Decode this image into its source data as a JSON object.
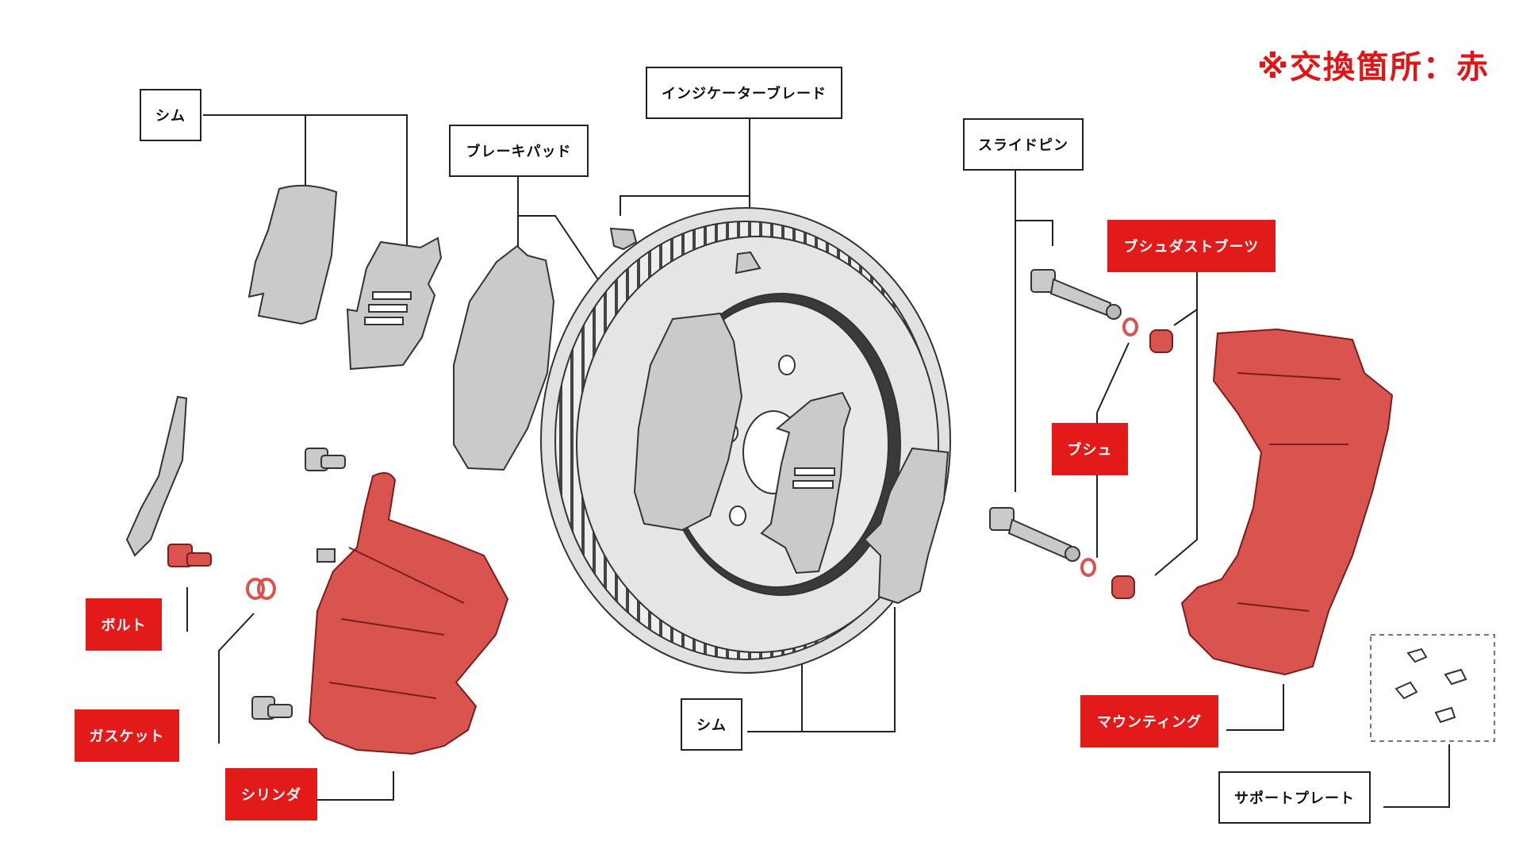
{
  "legend": "※交換箇所：赤",
  "labels": {
    "shim_top": "シム",
    "brake_pad": "ブレーキパッド",
    "indicator_blade": "インジケーターブレード",
    "slide_pin": "スライドピン",
    "bush_dust_boot": "ブシュダストブーツ",
    "bush": "ブシュ",
    "bolt": "ボルト",
    "gasket": "ガスケット",
    "cylinder": "シリンダ",
    "shim_bottom": "シム",
    "mounting": "マウンティング",
    "support_plate": "サポートプレート"
  },
  "colors": {
    "replace": "#e31a1a",
    "part_red": "#d9534f",
    "part_gray": "#c8cacb",
    "rotor": "#e3e5e6",
    "line": "#222222"
  }
}
